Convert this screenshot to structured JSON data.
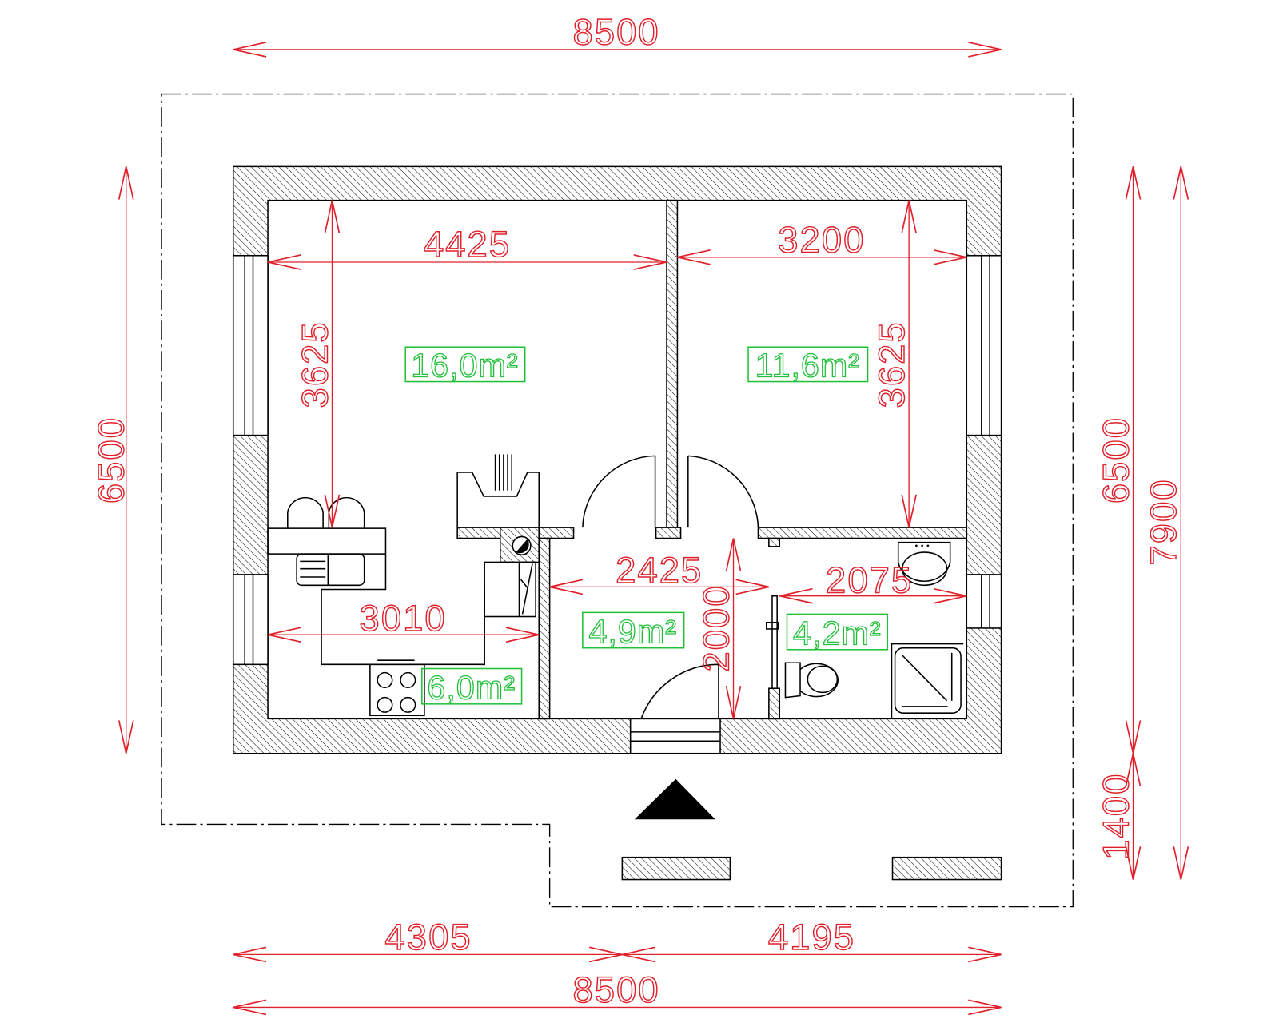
{
  "dimensions": {
    "top_total": "8500",
    "left_height": "6500",
    "right_height": "6500",
    "right_terrace": "1400",
    "right_total": "7900",
    "bottom_left": "4305",
    "bottom_right": "4195",
    "bottom_total": "8500",
    "room1_width": "4425",
    "room2_width": "3200",
    "room1_depth": "3625",
    "room2_depth": "3625",
    "kitchen_width": "3010",
    "hall_width": "2425",
    "bath_width": "2075",
    "hall_depth": "2000"
  },
  "areas": {
    "room1": "16,0m²",
    "room2": "11,6m²",
    "hall": "4,9m²",
    "bath": "4,2m²",
    "kitchen": "6,0m²"
  },
  "colors": {
    "dimension": "#e0202a",
    "area": "#22c03a",
    "wall": "#000000"
  }
}
